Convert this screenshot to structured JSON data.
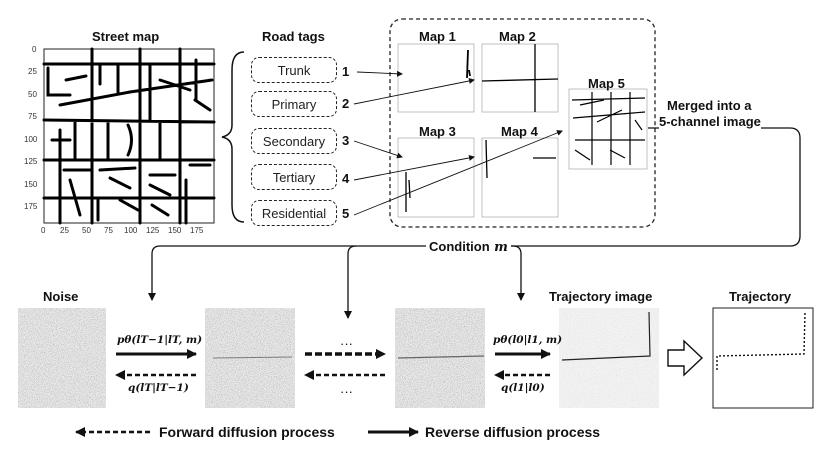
{
  "street_map": {
    "title": "Street map",
    "y_ticks": [
      "0",
      "25",
      "50",
      "75",
      "100",
      "125",
      "150",
      "175"
    ],
    "x_ticks": [
      "0",
      "25",
      "50",
      "75",
      "100",
      "125",
      "150",
      "175"
    ]
  },
  "road_tags": {
    "title": "Road tags",
    "items": [
      {
        "label": "Trunk",
        "number": "1"
      },
      {
        "label": "Primary",
        "number": "2"
      },
      {
        "label": "Secondary",
        "number": "3"
      },
      {
        "label": "Tertiary",
        "number": "4"
      },
      {
        "label": "Residential",
        "number": "5"
      }
    ]
  },
  "maps": {
    "map1": "Map 1",
    "map2": "Map 2",
    "map3": "Map 3",
    "map4": "Map 4",
    "map5": "Map 5",
    "merged_line1": "Merged into a",
    "merged_line2": "5-channel image"
  },
  "condition": {
    "label": "Condition",
    "symbol": "m"
  },
  "diffusion": {
    "noise_title": "Noise",
    "trajectory_image_title": "Trajectory image",
    "trajectory_title": "Trajectory",
    "reverse_first": "pθ(lT−1|lT, m)",
    "forward_first": "q(lT|lT−1)",
    "reverse_last": "pθ(l0|l1, m)",
    "forward_last": "q(l1|l0)",
    "ellipsis_top": "···",
    "ellipsis_bottom": "···"
  },
  "legend": {
    "forward": "Forward diffusion process",
    "reverse": "Reverse diffusion process"
  }
}
